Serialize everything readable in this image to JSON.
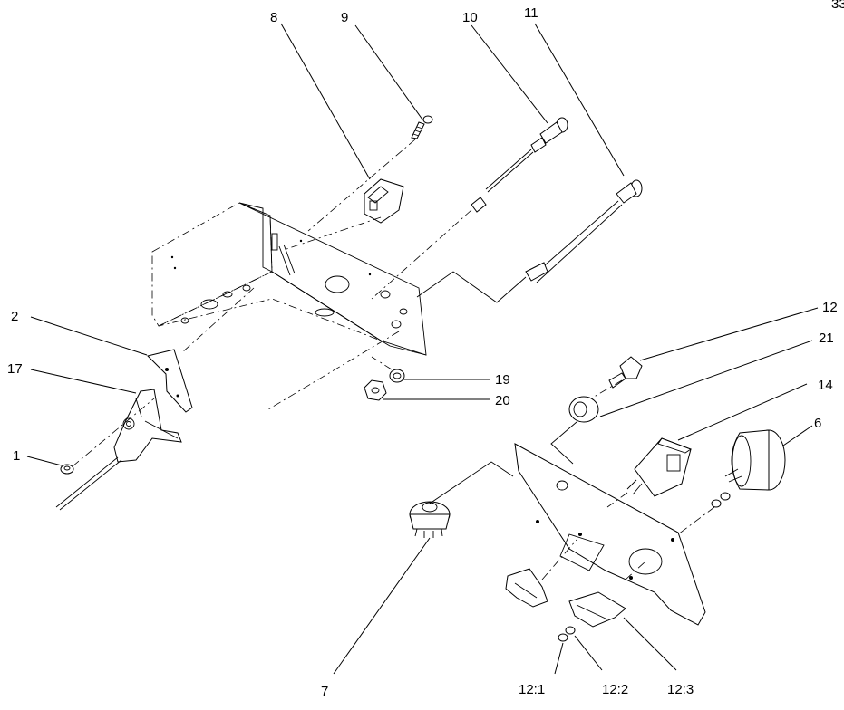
{
  "page_ref": "33",
  "callouts": [
    {
      "id": "1",
      "text": "1"
    },
    {
      "id": "2",
      "text": "2"
    },
    {
      "id": "6",
      "text": "6"
    },
    {
      "id": "7",
      "text": "7"
    },
    {
      "id": "8",
      "text": "8"
    },
    {
      "id": "9",
      "text": "9"
    },
    {
      "id": "10",
      "text": "10"
    },
    {
      "id": "11",
      "text": "11"
    },
    {
      "id": "12",
      "text": "12"
    },
    {
      "id": "14",
      "text": "14"
    },
    {
      "id": "17",
      "text": "17"
    },
    {
      "id": "19",
      "text": "19"
    },
    {
      "id": "20",
      "text": "20"
    },
    {
      "id": "21",
      "text": "21"
    },
    {
      "id": "12_1",
      "text": "12:1"
    },
    {
      "id": "12_2",
      "text": "12:2"
    },
    {
      "id": "12_3",
      "text": "12:3"
    }
  ]
}
